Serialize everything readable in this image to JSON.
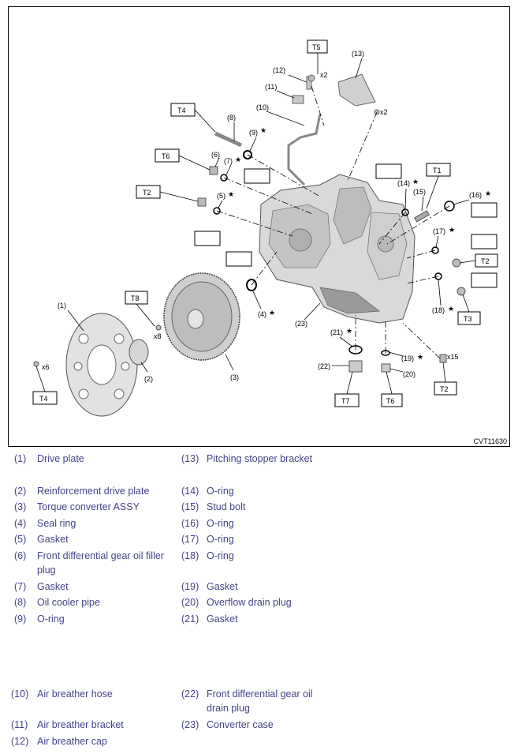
{
  "figure": {
    "code": "CVT11630",
    "tags": {
      "t5": "T5",
      "t4a": "T4",
      "t6a": "T6",
      "t2a": "T2",
      "t8": "T8",
      "t4b": "T4",
      "t1": "T1",
      "t2b": "T2",
      "t3": "T3",
      "t7": "T7",
      "t6b": "T6",
      "t2c": "T2"
    },
    "callouts": {
      "c1": "(1)",
      "c2": "(2)",
      "c3": "(3)",
      "c4": "(4)",
      "c5": "(5)",
      "c6": "(6)",
      "c7": "(7)",
      "c8": "(8)",
      "c9": "(9)",
      "c10": "(10)",
      "c11": "(11)",
      "c12": "(12)",
      "c13": "(13)",
      "c14": "(14)",
      "c15": "(15)",
      "c16": "(16)",
      "c17": "(17)",
      "c18": "(18)",
      "c19": "(19)",
      "c20": "(20)",
      "c21": "(21)",
      "c22": "(22)",
      "c23": "(23)"
    },
    "quantities": {
      "q1": "x2",
      "q2": "x2",
      "q3": "x8",
      "q4": "x6",
      "q5": "x15"
    },
    "star": "★"
  },
  "legend": [
    {
      "num": "(1)",
      "text": "Drive plate"
    },
    {
      "num": "(13)",
      "text": "Pitching stopper bracket"
    },
    {
      "num": "(2)",
      "text": "Reinforcement drive plate"
    },
    {
      "num": "(14)",
      "text": "O-ring"
    },
    {
      "num": "(3)",
      "text": "Torque converter ASSY"
    },
    {
      "num": "(15)",
      "text": "Stud bolt"
    },
    {
      "num": "(4)",
      "text": "Seal ring"
    },
    {
      "num": "(16)",
      "text": "O-ring"
    },
    {
      "num": "(5)",
      "text": "Gasket"
    },
    {
      "num": "(17)",
      "text": "O-ring"
    },
    {
      "num": "(6)",
      "text": "Front differential gear oil filler"
    },
    {
      "num": "",
      "text": "plug"
    },
    {
      "num": "(18)",
      "text": "O-ring"
    },
    {
      "num": "(7)",
      "text": "Gasket"
    },
    {
      "num": "(19)",
      "text": "Gasket"
    },
    {
      "num": "(8)",
      "text": "Oil cooler pipe"
    },
    {
      "num": "(20)",
      "text": "Overflow drain plug"
    },
    {
      "num": "(9)",
      "text": "O-ring"
    },
    {
      "num": "(21)",
      "text": "Gasket"
    },
    {
      "num": "(10)",
      "text": "Air breather hose"
    },
    {
      "num": "(22)",
      "text": "Front differential gear oil"
    },
    {
      "num": "",
      "text": "drain plug"
    },
    {
      "num": "(11)",
      "text": "Air breather bracket"
    },
    {
      "num": "(23)",
      "text": "Converter case"
    },
    {
      "num": "(12)",
      "text": "Air breather cap"
    }
  ]
}
